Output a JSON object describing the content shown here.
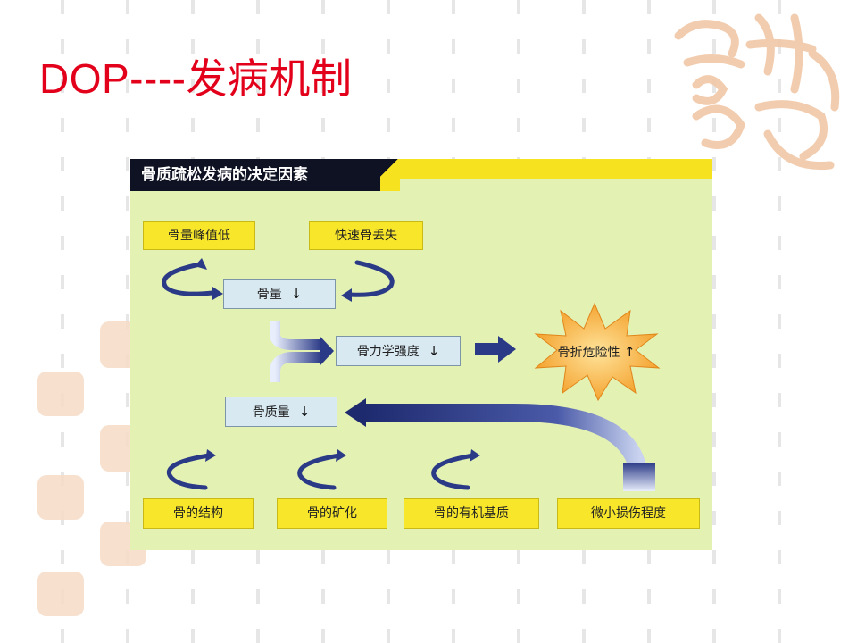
{
  "slide": {
    "title": "DOP----发病机制"
  },
  "diagram": {
    "title": "骨质疏松发病的决定因素",
    "top_factors": [
      "骨量峰值低",
      "快速骨丢失"
    ],
    "bone_mass": "骨量",
    "mechanical_strength": "骨力学强度",
    "bone_quality": "骨质量",
    "fracture_risk": "骨折危险性",
    "bottom_factors": [
      "骨的结构",
      "骨的矿化",
      "骨的有机基质",
      "微小损伤程度"
    ],
    "down_symbol": "↓",
    "up_symbol": "↑"
  },
  "colors": {
    "title_red": "#e3001b",
    "panel_bg": "#e3f1b3",
    "yellow_box": "#f7e62a",
    "blue_box": "#d8e9f2",
    "arrow_navy": "#1e2a6e",
    "starburst": "#f4a533"
  },
  "icons": {
    "seal": "chinese-seal-stamp-icon",
    "arrow": "curved-arrow-icon",
    "star": "starburst-icon"
  }
}
